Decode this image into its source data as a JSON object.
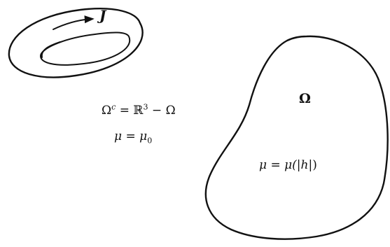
{
  "current_label": "J",
  "region_label": "Ω",
  "exterior": {
    "complement_symbol": "Ω",
    "complement_sup": "c",
    "equals": " = ",
    "space_symbol": "ℝ",
    "space_sup": "3",
    "minus_region": " − Ω"
  },
  "exterior_permeability": {
    "mu": "μ",
    "equals": " = ",
    "mu0_base": "μ",
    "mu0_sub": "0"
  },
  "interior_permeability": {
    "mu": "μ",
    "equals": " = ",
    "func": "μ(|",
    "arg": "h",
    "close": "|)"
  },
  "colors": {
    "ink": "#111111",
    "background": "#ffffff"
  }
}
